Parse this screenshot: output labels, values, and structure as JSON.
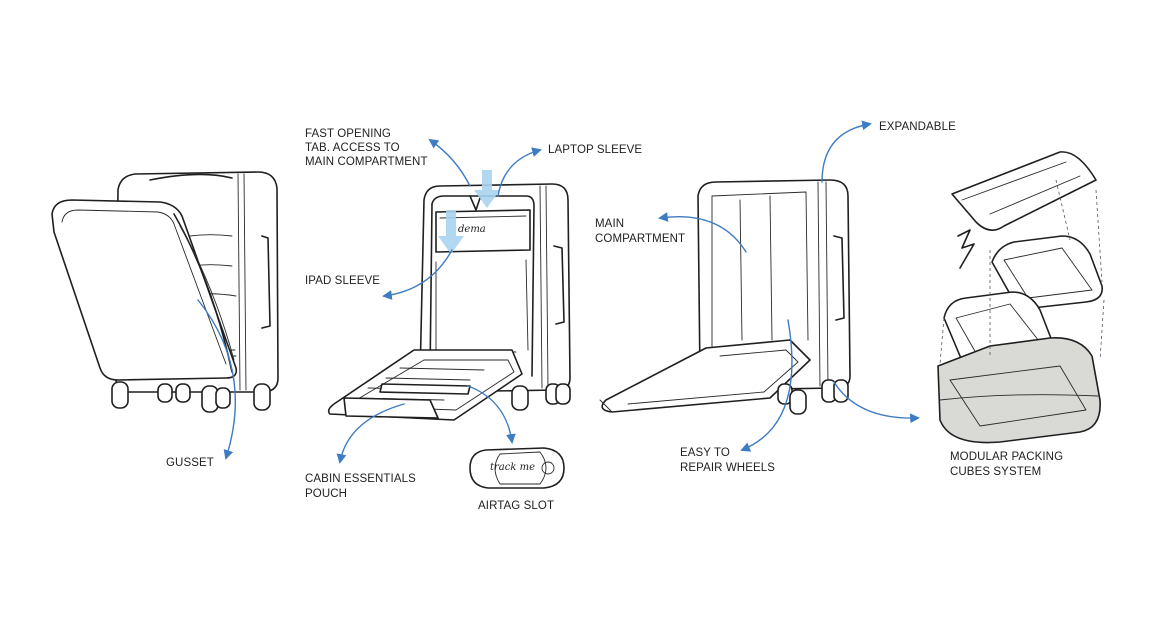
{
  "labels": {
    "gusset": "GUSSET",
    "fast_opening_1": "FAST OPENING",
    "fast_opening_2": "TAB. ACCESS TO",
    "fast_opening_3": "MAIN COMPARTMENT",
    "laptop_sleeve": "LAPTOP SLEEVE",
    "ipad_sleeve": "IPAD SLEEVE",
    "cabin_pouch_1": "CABIN ESSENTIALS",
    "cabin_pouch_2": "POUCH",
    "airtag_slot": "AIRTAG SLOT",
    "main_compartment_1": "MAIN",
    "main_compartment_2": "COMPARTMENT",
    "expandable": "EXPANDABLE",
    "easy_repair_1": "EASY TO",
    "easy_repair_2": "REPAIR WHEELS",
    "packing_cubes_1": "MODULAR PACKING",
    "packing_cubes_2": "CUBES SYSTEM"
  },
  "brand_marks": {
    "suitcase_logo": "dema",
    "airtag_tag": "track me"
  },
  "colors": {
    "callout_arrow": "#3d7cc3",
    "highlight_arrow": "#a8d3f0",
    "cube_shade": "#d9d9d6",
    "ink": "#1f1f1f"
  }
}
